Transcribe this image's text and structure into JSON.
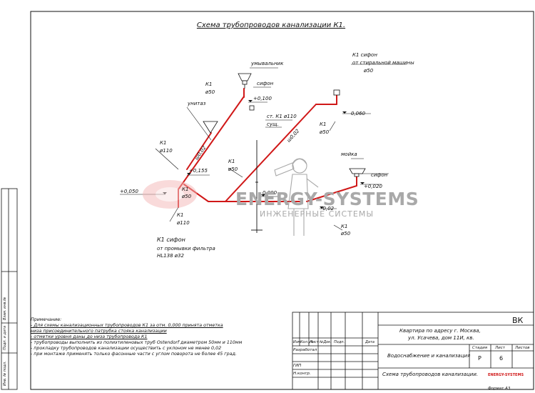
{
  "title": "Схема трубопроводов канализации К1.",
  "labels": {
    "washbasin": "умывальник",
    "washbasin_siphon": "сифон",
    "washbasin_k1": "К1",
    "washbasin_d": "ø50",
    "washbasin_level": "+0,100",
    "toilet": "унитаз",
    "riser_k1": "К1",
    "riser_d": "ø110",
    "slope_002_a": "ш0,02",
    "level_0155": "+0,155",
    "level_0050": "+0,050",
    "k1_50_mid": "К1",
    "k1_50_mid_d": "ø50",
    "k1_50_glow": "К1",
    "k1_50_glow_d": "ø50",
    "k1_110_bottom": "К1",
    "k1_110_bottom_d": "ø110",
    "filter_k1": "К1 сифон",
    "filter_line2": "от промывки фильтра",
    "filter_line3": "HL138  ø32",
    "stack_label": "ст. К1 ø110",
    "stack_exist": "сущ.",
    "level_0000": "0,000",
    "slope_002_b": "ш0,02",
    "k1_50_right": "К1",
    "k1_50_right_d": "ø50",
    "washer_k1": "К1  сифон",
    "washer_line2": "от стиральной машины",
    "washer_d": "ø50",
    "level_0060": "0,060",
    "sink": "мойка",
    "sink_siphon": "сифон",
    "level_0020": "+0,020",
    "level_m002": "-0,02",
    "k1_50_bottom": "К1",
    "k1_50_bottom_d": "ø50"
  },
  "watermark": {
    "main": "ENERGY-SYSTEMS",
    "sub": "ИНЖЕНЕРНЫЕ СИСТЕМЫ"
  },
  "notes": {
    "heading": "Примечание:",
    "lines": [
      "- Для схемы канализационных трубопроводов К1 за отм. 0,000 принята отметка",
      "  низа присоединительного патрубка стояка канализации",
      "- отметки уровня даны до низа трубопровода К1",
      "- трубопроводы выполнить из полиэтиленовых труб Ostendorf диаметром 50мм и 110мм",
      "- прокладку трубопроводов канализации осуществить с уклоном не менее 0,02",
      "- при монтаже применять только фасонные части с углом поворота не более 45 град."
    ]
  },
  "title_block": {
    "code": "ВК",
    "address": "Квартира по адресу   г. Москва,",
    "address2": "ул. Усачева, дом 11И, кв.",
    "section": "Водоснабжение и канализация",
    "sheet_name": "Схема трубопроводов канализации.",
    "col_headers": [
      "Изм.",
      "Кол.уч.",
      "Лист",
      "№Док.",
      "Подп.",
      "Дата"
    ],
    "rows": [
      "Разработал",
      "",
      "ГИП",
      "Н.контр."
    ],
    "stage_h": "Стадия",
    "sheet_h": "Лист",
    "sheets_h": "Листов",
    "stage": "Р",
    "sheet": "6",
    "sheets": "",
    "format": "Формат   А3",
    "logo_text": "ENERGY-SYSTEMS"
  },
  "side_stamp": [
    "Инв. № подл.",
    "Подп. и дата",
    "Взам. инв.№"
  ],
  "colors": {
    "pipe": "#d01818",
    "line": "#111111",
    "watermark": "#a9a9a9"
  }
}
